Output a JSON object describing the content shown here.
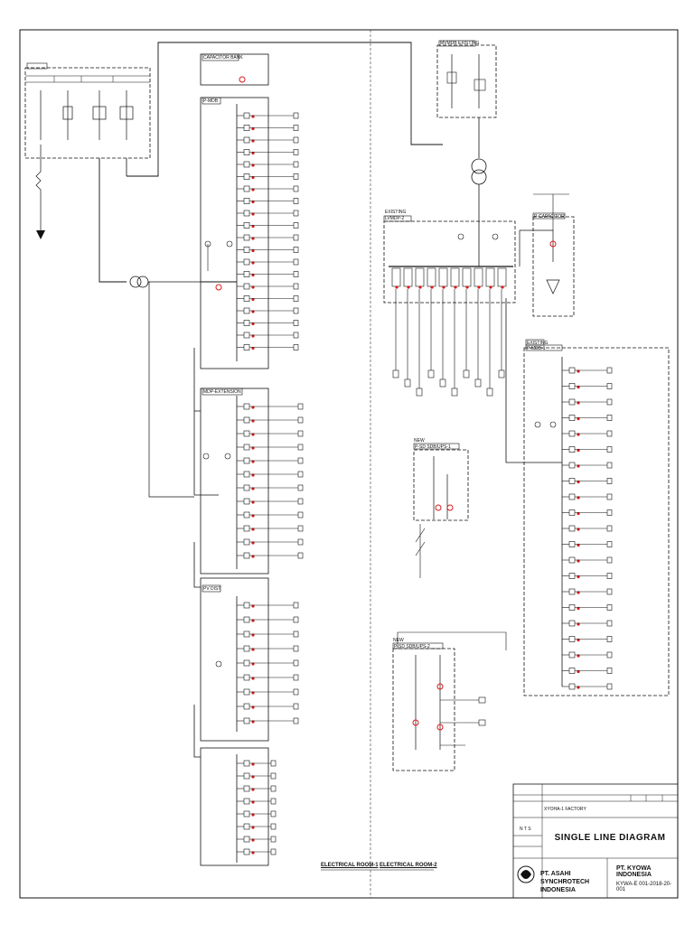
{
  "drawing": {
    "title": "SINGLE LINE DIAGRAM",
    "project": "XYOHA-1 FACTORY",
    "company": "PT. ASAHI SYNCHROTECH INDONESIA",
    "client": "PT. KYOWA INDONESIA",
    "drawing_number": "KYWA-E 001-2018-20-001",
    "scale": "N T S",
    "rooms": [
      "ELECTRICAL ROOM-1",
      "ELECTRICAL ROOM-2"
    ]
  },
  "panels": {
    "capacitor_bank": "CAPACITOR BANK",
    "p_mdb": "P-MDB",
    "mdp_ext": "MDP-EXTENSION",
    "pv_dist": "PV DIST",
    "lvmdp2": "LVMDP-2",
    "p_capacitor": "P-CAPACITOR",
    "p_mdb_1": "P-MDB-1",
    "mvmdb": "MVMDB EXISTING",
    "sdb_new": "P-SD SDB/UPS-1",
    "sdb_new2": "P-SD SDB/UPS-2",
    "existing": "EXISTING",
    "new": "NEW"
  },
  "colors": {
    "line": "#111111",
    "accent": "#d81a1a",
    "paper": "#ffffff"
  }
}
